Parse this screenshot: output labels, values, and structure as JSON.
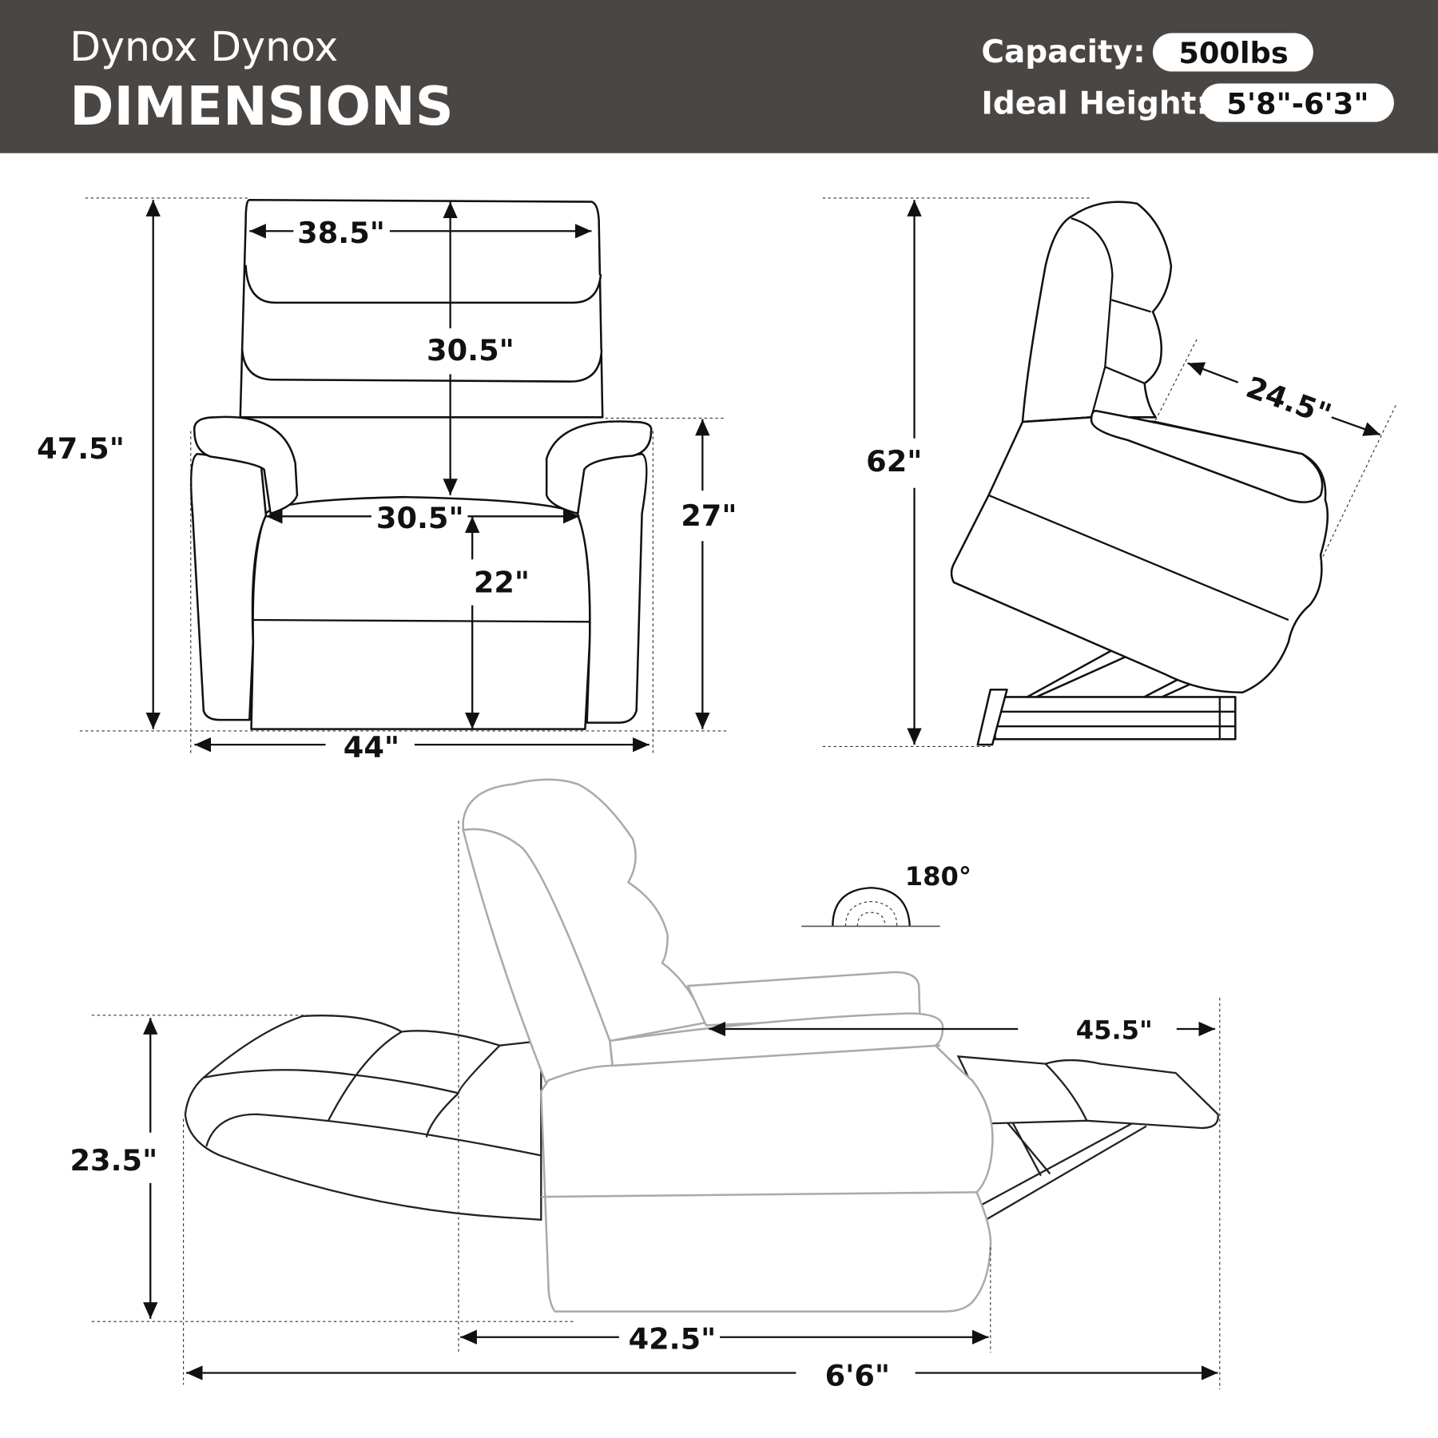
{
  "header": {
    "brand": "Dynox Dynox",
    "title": "DIMENSIONS",
    "capacity_label": "Capacity:",
    "capacity_value": "500lbs",
    "height_label": "Ideal Height:",
    "height_value": "5'8\"-6'3\"",
    "background_color": "#4a4643"
  },
  "front_view": {
    "back_width": "38.5\"",
    "back_height": "30.5\"",
    "total_height": "47.5\"",
    "seat_width": "30.5\"",
    "seat_height": "22\"",
    "arm_height": "27\"",
    "total_width": "44\""
  },
  "side_lift_view": {
    "lift_height": "62\"",
    "seat_depth": "24.5\""
  },
  "recline_view": {
    "recline_angle": "180°",
    "recline_height": "23.5\"",
    "arm_to_foot": "45.5\"",
    "base_depth": "42.5\"",
    "total_length": "6'6\""
  }
}
